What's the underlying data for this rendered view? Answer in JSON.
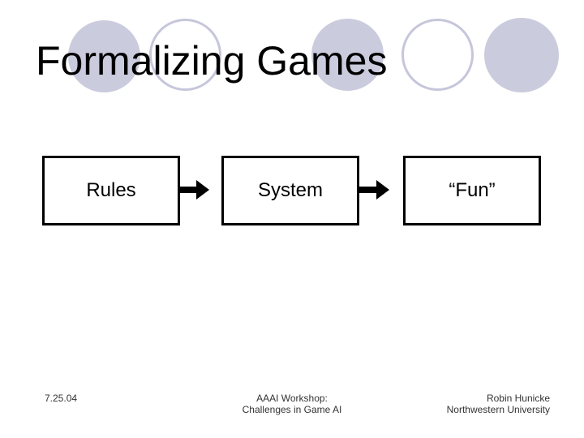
{
  "slide": {
    "title": "Formalizing Games",
    "diagram": {
      "boxes": [
        {
          "label": "Rules"
        },
        {
          "label": "System"
        },
        {
          "label": "“Fun”"
        }
      ],
      "arrow_direction": "right"
    },
    "footer": {
      "date": "7.25.04",
      "center": {
        "line1": "AAAI Workshop:",
        "line2": "Challenges in Game AI"
      },
      "right": {
        "line1": "Robin Hunicke",
        "line2": "Northwestern University"
      }
    },
    "colors": {
      "background": "#ffffff",
      "accent_lavender": "#cbcbde",
      "box_border": "#000000",
      "title_text": "#000000",
      "footer_text": "#333333"
    }
  }
}
